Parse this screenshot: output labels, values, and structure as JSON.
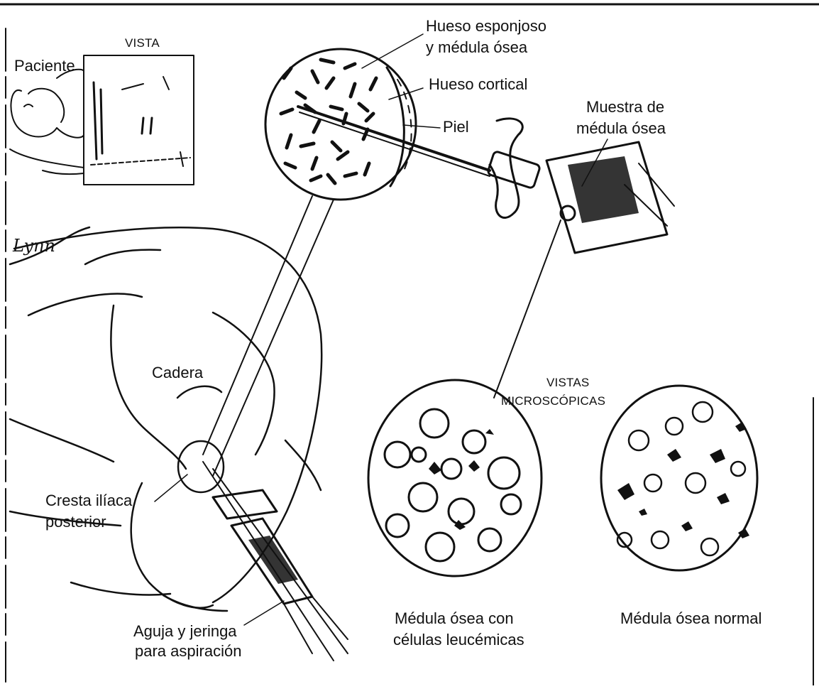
{
  "labels": {
    "paciente": "Paciente",
    "vista": "VISTA",
    "hueso_esponjoso_1": "Hueso esponjoso",
    "hueso_esponjoso_2": "y médula ósea",
    "hueso_cortical": "Hueso cortical",
    "piel": "Piel",
    "muestra_1": "Muestra de",
    "muestra_2": "médula ósea",
    "cadera": "Cadera",
    "vistas_1": "VISTAS",
    "vistas_2": "MICROSCÓPICAS",
    "cresta_1": "Cresta ilíaca",
    "cresta_2": "posterior",
    "aguja_1": "Aguja y jeringa",
    "aguja_2": "para aspiración",
    "leucemica_1": "Médula ósea con",
    "leucemica_2": "células leucémicas",
    "normal": "Médula ósea normal"
  },
  "signature": "Lynn",
  "colors": {
    "ink": "#111111",
    "paper": "#ffffff"
  }
}
